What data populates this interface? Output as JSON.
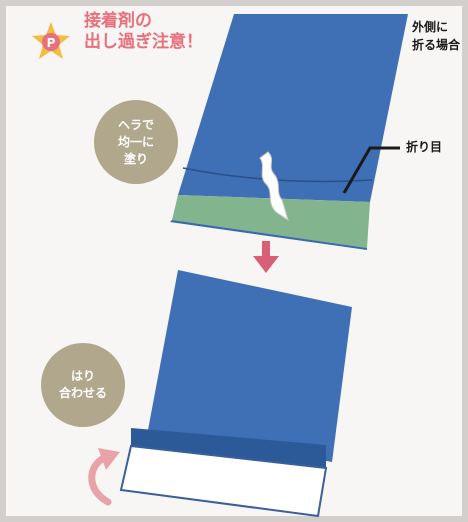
{
  "badge": {
    "letter": "P"
  },
  "tip": {
    "line1": "接着剤の",
    "line2": "出し過ぎ注意！"
  },
  "side_label": {
    "line1": "外側に",
    "line2": "折る場合"
  },
  "fold_label": "折り目",
  "bubble_top": {
    "line1": "ヘラで",
    "line2": "均一に",
    "line3": "塗り"
  },
  "bubble_bottom": {
    "line1": "はり",
    "line2": "合わせる"
  },
  "colors": {
    "background": "#d3cfcc",
    "panel": "#f7f6f4",
    "paper_blue": "#3f70b6",
    "paper_dark": "#2c5a99",
    "glue_green": "#82b58e",
    "bubble": "#b1a78c",
    "arrow_pink": "#d95f75",
    "tip_pink": "#e8707c",
    "badge_star": "#f3bd3f"
  }
}
